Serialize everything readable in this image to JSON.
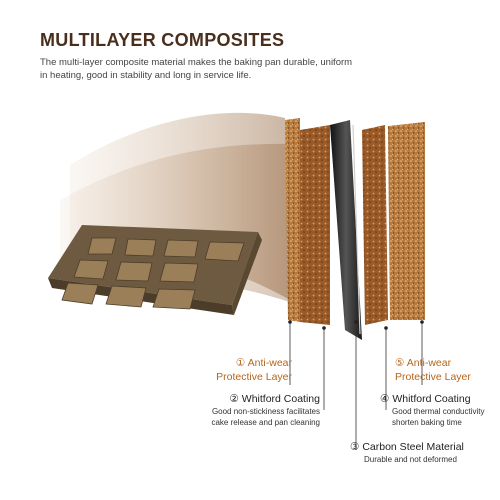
{
  "header": {
    "title": "MULTILAYER COMPOSITES",
    "description": "The multi-layer composite material makes the baking pan durable, uniform in heating, good in stability and long in service life."
  },
  "layers": [
    {
      "id": 1,
      "title_line1": "① Anti-wear",
      "title_line2": "Protective Layer",
      "sub_line1": "",
      "sub_line2": ""
    },
    {
      "id": 2,
      "title_line1": "② Whitford Coating",
      "title_line2": "",
      "sub_line1": "Good non-stickiness facilitates",
      "sub_line2": "cake release and pan cleaning"
    },
    {
      "id": 3,
      "title_line1": "③ Carbon Steel Material",
      "title_line2": "",
      "sub_line1": "Durable and not deformed",
      "sub_line2": ""
    },
    {
      "id": 4,
      "title_line1": "④ Whitford Coating",
      "title_line2": "",
      "sub_line1": "Good thermal conductivity",
      "sub_line2": "shorten baking time"
    },
    {
      "id": 5,
      "title_line1": "⑤ Anti-wear",
      "title_line2": "Protective Layer",
      "sub_line1": "",
      "sub_line2": ""
    }
  ],
  "colors": {
    "title": "#4a2e1c",
    "accent": "#b5651d",
    "pan": "#7a6448",
    "steel": "#2a2a2a"
  }
}
